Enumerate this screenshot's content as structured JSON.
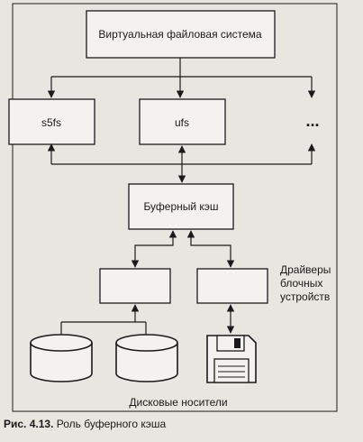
{
  "diagram": {
    "vfs_label": "Виртуальная файловая система",
    "fs_items": [
      "s5fs",
      "ufs",
      "..."
    ],
    "buffer_cache_label": "Буферный кэш",
    "drivers_label_lines": [
      "Драйверы",
      "блочных",
      "устройств"
    ],
    "disk_media_label": "Дисковые носители"
  },
  "caption": {
    "number": "Рис. 4.13.",
    "text": "Роль буферного кэша"
  }
}
